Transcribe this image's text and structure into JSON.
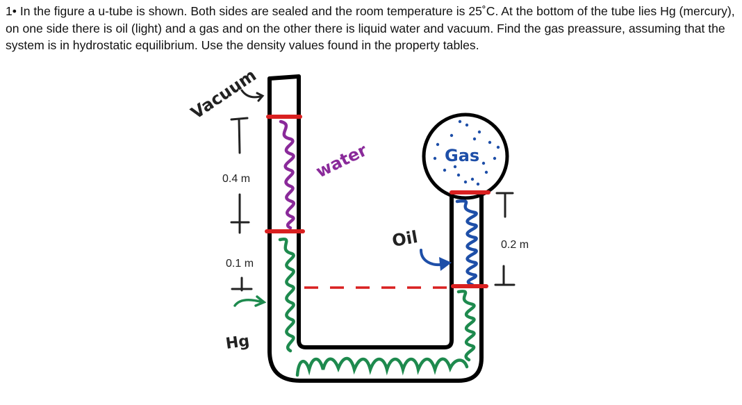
{
  "problem": {
    "number": "1•",
    "text": "In the figure a u-tube is shown. Both sides are sealed and the room temperature is 25˚C. At the bottom of the tube lies Hg (mercury), on one side there is oil (light) and a gas and on the other there is liquid water and vacuum. Find the gas preassure, assuming that the system is in hydrostatic equilibrium. Use the density values found in the property tables."
  },
  "diagram": {
    "labels": {
      "vacuum": "Vacuum",
      "water": "water",
      "gas": "Gas",
      "oil": "Oil",
      "mercury": "Hg"
    },
    "dimensions": {
      "water_height": "0.4 m",
      "mercury_height": "0.1 m",
      "oil_height": "0.2 m"
    },
    "colors": {
      "tube": "#000000",
      "interface": "#d92020",
      "water": "#8a2a9a",
      "mercury": "#1e8a4e",
      "oil": "#1e4fa8",
      "handwriting_dark": "#222222",
      "handwriting_blue": "#1e4fa8",
      "handwriting_purple": "#8a2a9a",
      "handwriting_green": "#1e8a4e"
    }
  }
}
